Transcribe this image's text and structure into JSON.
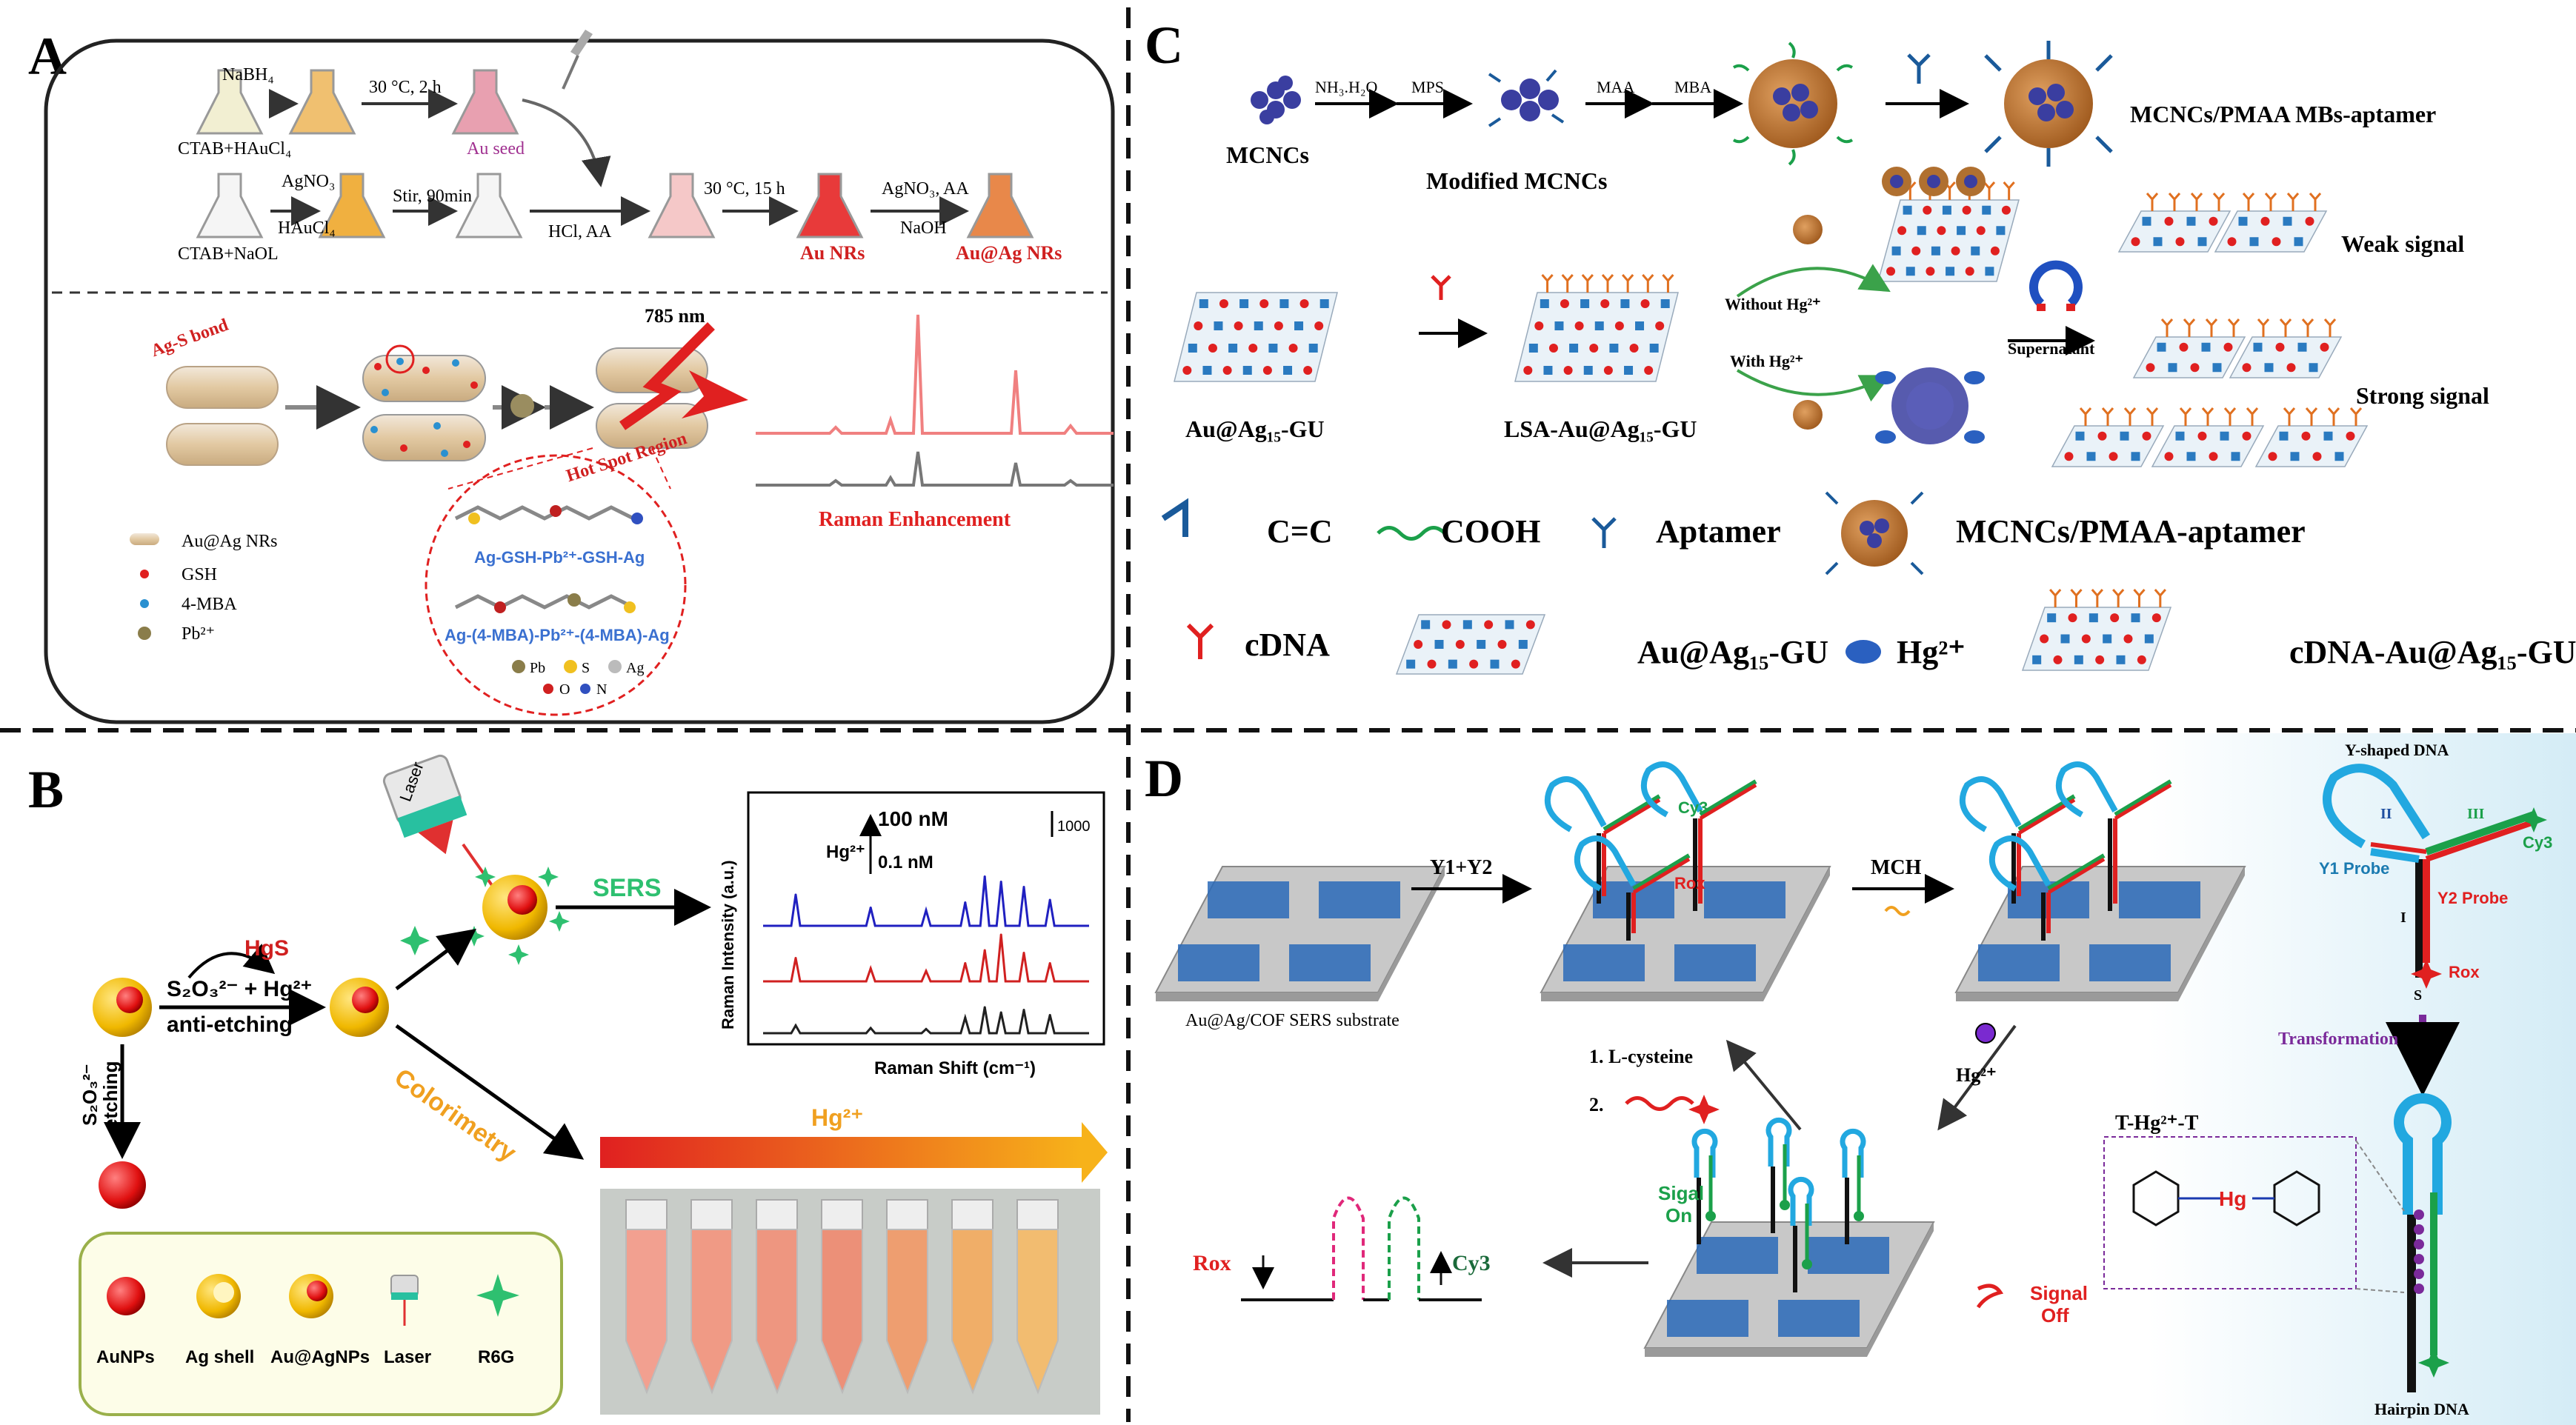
{
  "panels": {
    "A": {
      "letter": "A",
      "top_reagents": {
        "start1": "CTAB+HAuCl₄",
        "nabh4": "NaBH₄",
        "step1": "30 °C, 2 h",
        "au_seed": "Au seed",
        "start2": "CTAB+NaOL",
        "agno3": "AgNO₃",
        "haucl4": "HAuCl₄",
        "stir": "Stir, 90min",
        "hcl_aa": "HCl, AA",
        "step2": "30 °C, 15 h",
        "au_nrs": "Au NRs",
        "agno3_aa": "AgNO₃, AA",
        "naoh": "NaOH",
        "au_ag_nrs": "Au@Ag NRs"
      },
      "ag_s_bond": "Ag-S bond",
      "laser_nm": "785 nm",
      "hot_spot": "Hot Spot Region",
      "structure1": "Ag-GSH-Pb²⁺-GSH-Ag",
      "structure2": "Ag-(4-MBA)-Pb²⁺-(4-MBA)-Ag",
      "atoms": [
        "Pb",
        "S",
        "Ag",
        "O",
        "N"
      ],
      "legend": [
        "Au@Ag NRs",
        "GSH",
        "4-MBA",
        "Pb²⁺"
      ],
      "raman_enhancement": "Raman Enhancement"
    },
    "B": {
      "letter": "B",
      "laser": "Laser",
      "hgs": "HgS",
      "reaction": "S₂O₃²⁻ + Hg²⁺",
      "anti_etching": "anti-etching",
      "etching_s2o3": "S₂O₃²⁻",
      "etching": "etching",
      "sers": "SERS",
      "colorimetry": "Colorimetry",
      "hg2_bar": "Hg²⁺",
      "legend": [
        "AuNPs",
        "Ag shell",
        "Au@AgNPs",
        "Laser",
        "R6G"
      ]
    },
    "C": {
      "letter": "C",
      "mcncs": "MCNCs",
      "nh3": "NH₃.H₂O",
      "mps": "MPS",
      "modified": "Modified MCNCs",
      "maa": "MAA",
      "mba": "MBA",
      "mbs_aptamer": "MCNCs/PMAA MBs-aptamer",
      "au_ag_gu": "Au@Ag₁₅-GU",
      "lsa": "LSA-Au@Ag₁₅-GU",
      "without": "Without Hg²⁺",
      "with": "With Hg²⁺",
      "supernatant": "Supernatant",
      "weak": "Weak signal",
      "strong": "Strong signal",
      "legend": {
        "cc": "C=C",
        "cooh": "COOH",
        "aptamer": "Aptamer",
        "mcncs_pmaa": "MCNCs/PMAA-aptamer",
        "cdna": "cDNA",
        "au_ag_gu": "Au@Ag₁₅-GU",
        "hg": "Hg²⁺",
        "cdna_au": "cDNA-Au@Ag₁₅-GU"
      }
    },
    "D": {
      "letter": "D",
      "substrate": "Au@Ag/COF SERS substrate",
      "y1y2": "Y1+Y2",
      "mch": "MCH",
      "cy3": "Cy3",
      "rox": "Rox",
      "y_shaped": "Y-shaped DNA",
      "roman": [
        "I",
        "II",
        "III"
      ],
      "y1_probe": "Y1 Probe",
      "y2_probe": "Y2 Probe",
      "s": "S",
      "transformation": "Transformation",
      "t_hg_t": "T-Hg²⁺-T",
      "hg_atom": "Hg",
      "hairpin": "Hairpin DNA",
      "step1": "1. L-cysteine",
      "step2": "2.",
      "hg2": "Hg²⁺",
      "signal_on_1": "Sigal",
      "signal_on_2": "On",
      "signal_off_1": "Signal",
      "signal_off_2": "Off",
      "rox_arrow": "Rox",
      "cy3_arrow": "Cy3"
    }
  },
  "chart_data": {
    "type": "line",
    "title": "",
    "xlabel": "Raman Shift (cm⁻¹)",
    "ylabel": "Raman Intensity (a.u.)",
    "annotations": [
      "100 nM",
      "0.1 nM",
      "Hg²⁺",
      "1000"
    ],
    "series": [
      {
        "name": "100 nM",
        "color": "#2020c0",
        "peaks": [
          0.1,
          0.33,
          0.5,
          0.62,
          0.68,
          0.73,
          0.8,
          0.88
        ],
        "heights": [
          0.6,
          0.35,
          0.3,
          0.45,
          0.95,
          0.85,
          0.75,
          0.5
        ]
      },
      {
        "name": "",
        "color": "#d02020",
        "peaks": [
          0.1,
          0.33,
          0.5,
          0.62,
          0.68,
          0.73,
          0.8,
          0.88
        ],
        "heights": [
          0.45,
          0.25,
          0.2,
          0.35,
          0.6,
          0.9,
          0.55,
          0.35
        ]
      },
      {
        "name": "0.1 nM",
        "color": "#202020",
        "peaks": [
          0.1,
          0.33,
          0.5,
          0.62,
          0.68,
          0.73,
          0.8,
          0.88
        ],
        "heights": [
          0.15,
          0.1,
          0.08,
          0.3,
          0.5,
          0.4,
          0.45,
          0.35
        ]
      }
    ]
  }
}
